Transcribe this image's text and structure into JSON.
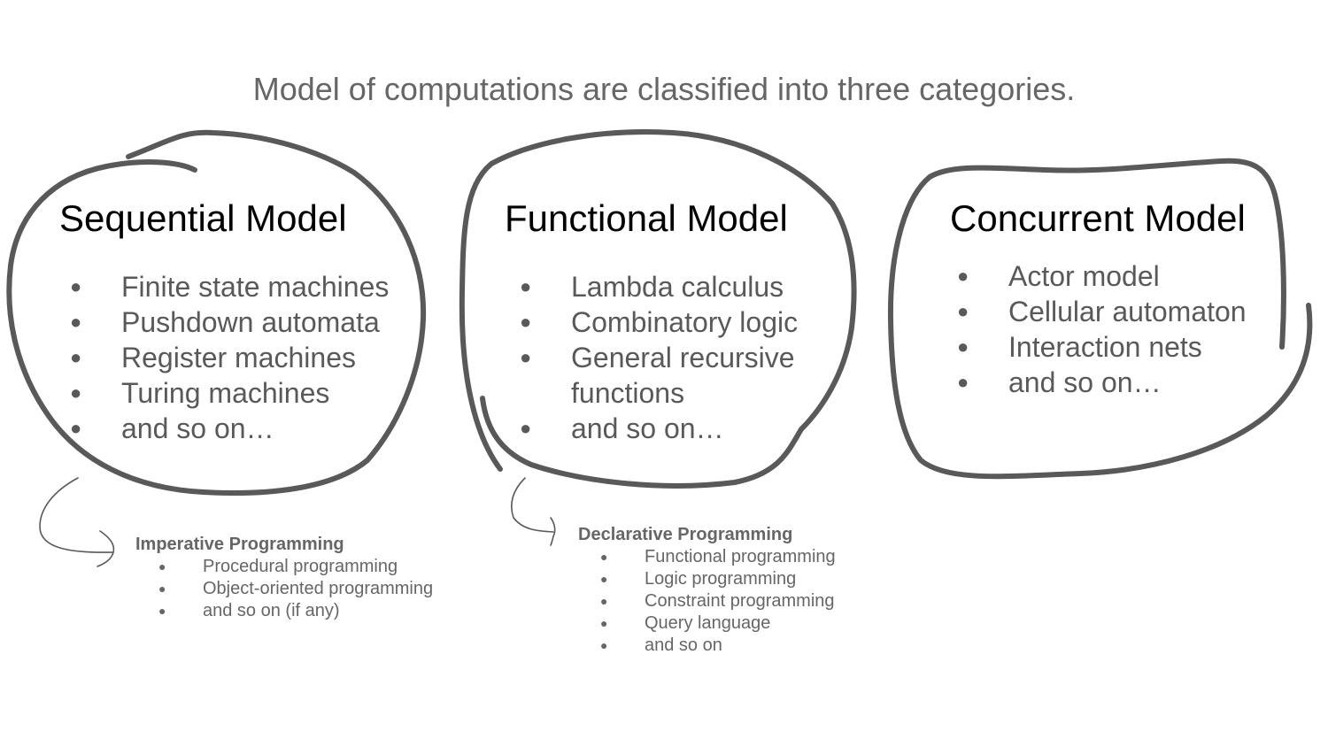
{
  "title": "Model of computations are classified into three categories.",
  "colors": {
    "stroke": "#595959",
    "text": "#666666",
    "heading": "#000000"
  },
  "models": [
    {
      "heading": "Sequential Model",
      "items": [
        "Finite state machines",
        "Pushdown automata",
        "Register machines",
        "Turing machines",
        "and so on…"
      ]
    },
    {
      "heading": "Functional Model",
      "items": [
        "Lambda calculus",
        "Combinatory logic",
        "General recursive\nfunctions",
        "and so on…"
      ]
    },
    {
      "heading": "Concurrent Model",
      "items": [
        "Actor model",
        "Cellular automaton",
        "Interaction nets",
        "and so on…"
      ]
    }
  ],
  "paradigms": [
    {
      "heading": "Imperative Programming",
      "items": [
        "Procedural programming",
        "Object-oriented programming",
        "and so on (if any)"
      ]
    },
    {
      "heading": "Declarative Programming",
      "items": [
        "Functional programming",
        "Logic programming",
        "Constraint programming",
        "Query language",
        "and so on"
      ]
    }
  ]
}
